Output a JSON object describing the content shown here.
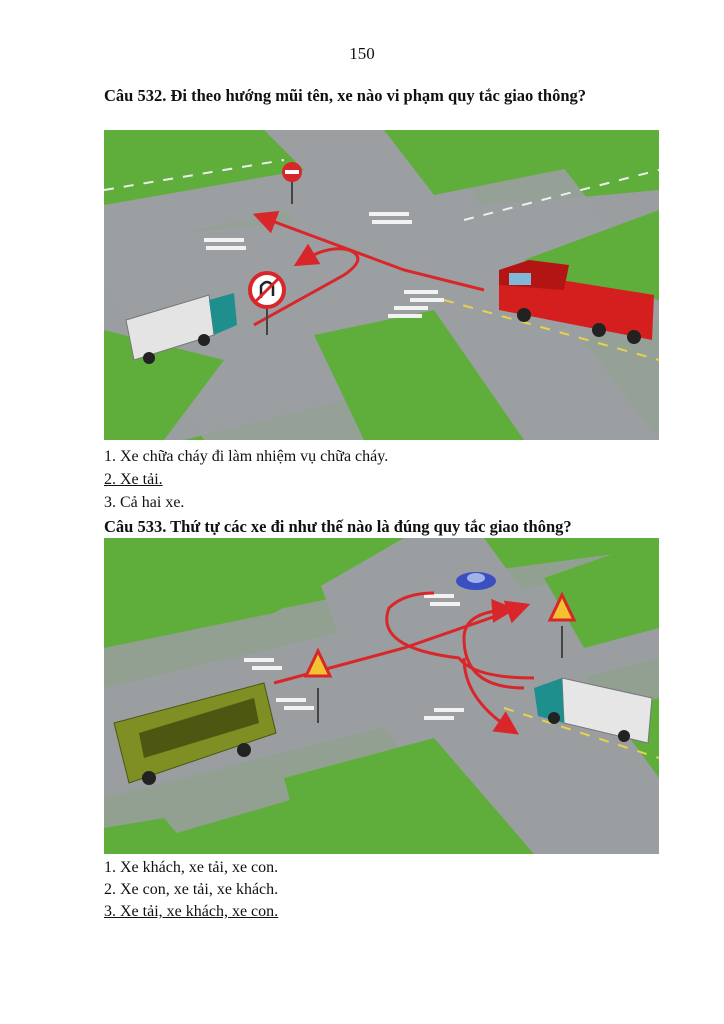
{
  "page_number": "150",
  "questions": [
    {
      "title": "Câu 532. Đi theo hướng mũi tên, xe nào vi phạm quy tắc giao thông?",
      "answers": [
        "1. Xe chữa cháy đi làm nhiệm vụ chữa cháy.",
        "2. Xe tải.",
        "3. Cả hai xe."
      ],
      "correct_answer_index": 2
    },
    {
      "title": "Câu 533. Thứ tự các xe đi như thế nào là đúng quy tắc giao thông?",
      "answers": [
        "1. Xe khách, xe tải, xe con.",
        "2. Xe con, xe tải, xe khách.",
        "3. Xe tải, xe khách, xe con."
      ],
      "correct_answer_index": 3
    }
  ],
  "colors": {
    "grass": "#5fae3c",
    "road": "#9b9ea1",
    "arrow": "#d9262a"
  }
}
